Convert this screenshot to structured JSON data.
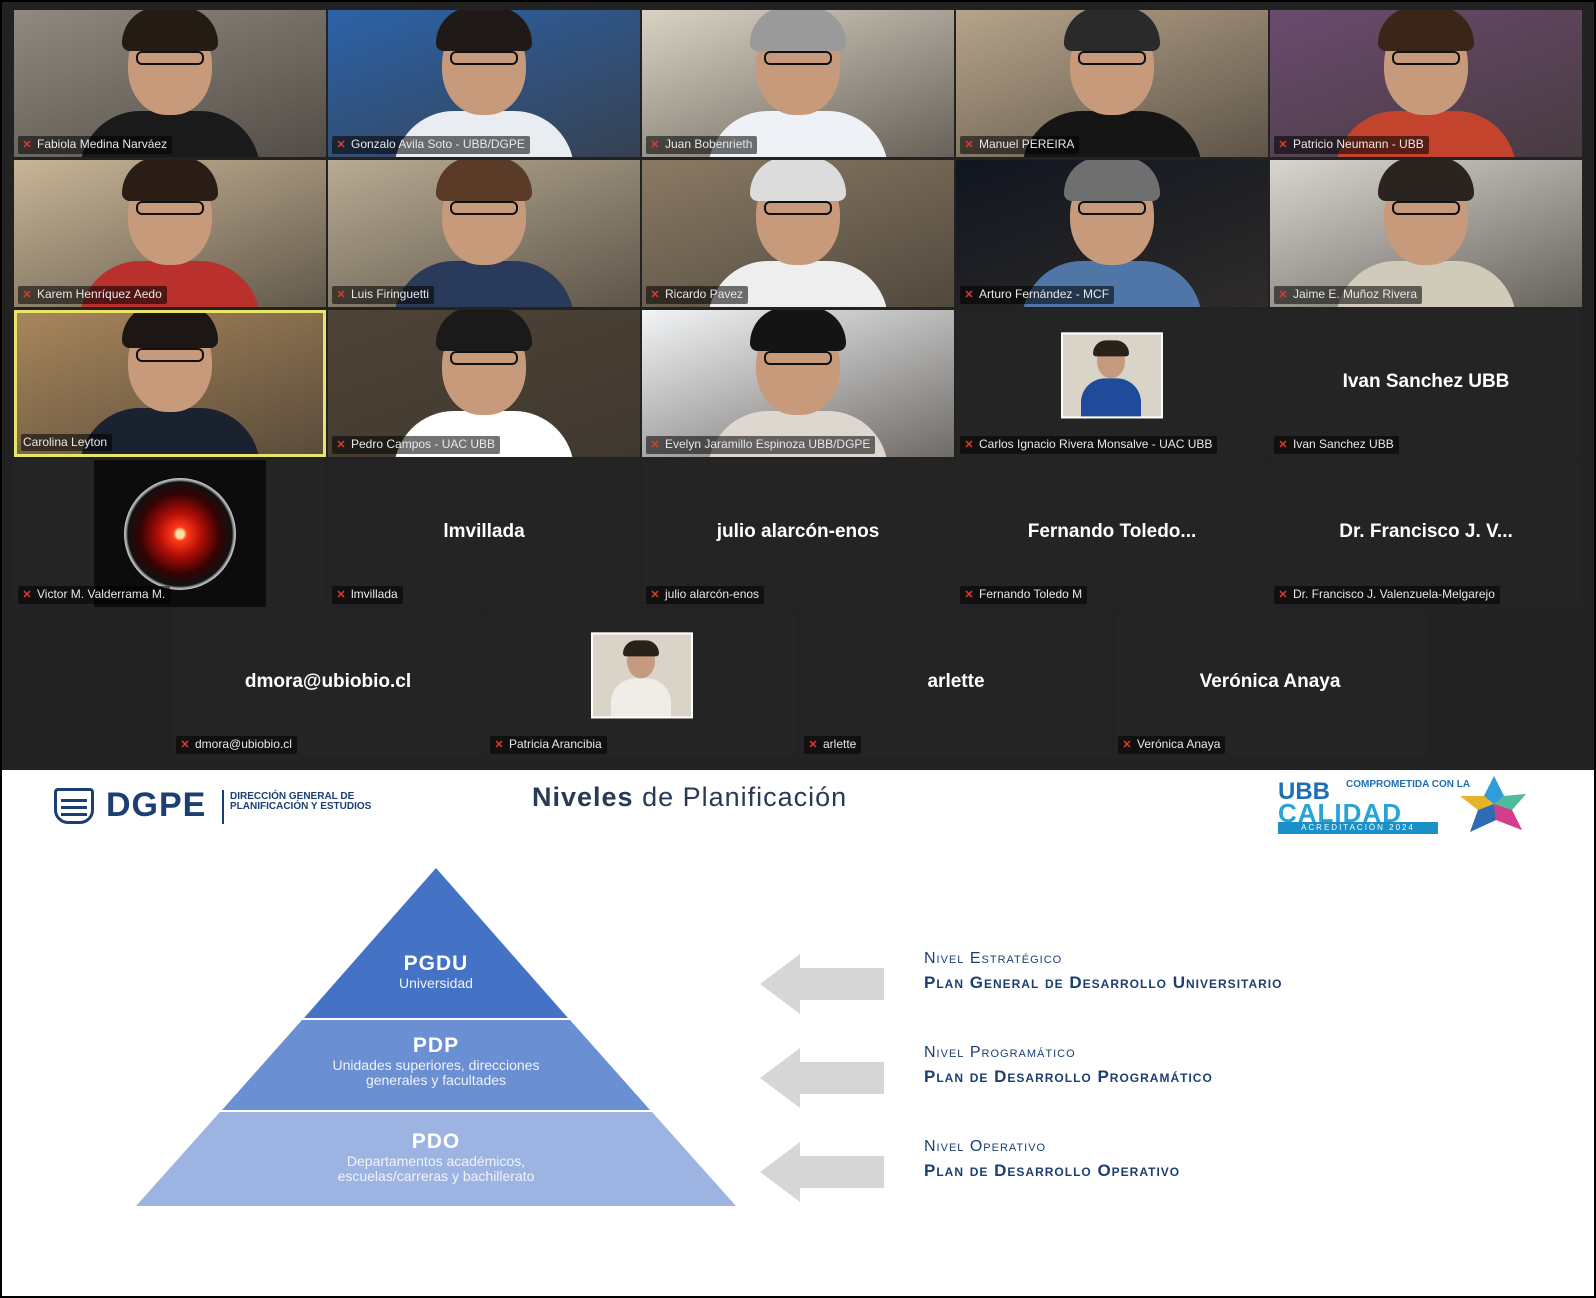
{
  "grid": {
    "tiles": [
      {
        "label": "Fabiola Medina Narváez",
        "big": "",
        "bg": "#8f8a80",
        "shirt": "#1a1a1a",
        "hair": "#241b15"
      },
      {
        "label": "Gonzalo Avila Soto - UBB/DGPE",
        "big": "",
        "bg": "#2c62a8",
        "shirt": "#e9edf2",
        "hair": "#1f1a17"
      },
      {
        "label": "Juan Bobenrieth",
        "big": "",
        "bg": "#d9d2c4",
        "shirt": "#eef1f5",
        "hair": "#9a9a9a"
      },
      {
        "label": "Manuel PEREIRA",
        "big": "",
        "bg": "#b6a48a",
        "shirt": "#151515",
        "hair": "#2a2a2a"
      },
      {
        "label": "Patricio Neumann - UBB",
        "big": "",
        "bg": "#6a4b6e",
        "shirt": "#c4432d",
        "hair": "#3a2618"
      },
      {
        "label": "Karem Henríquez Aedo",
        "big": "",
        "bg": "#c8b596",
        "shirt": "#b9302c",
        "hair": "#2a1d16"
      },
      {
        "label": "Luis Firinguetti",
        "big": "",
        "bg": "#b8ab93",
        "shirt": "#2a3a5a",
        "hair": "#5a3b28"
      },
      {
        "label": "Ricardo Pavez",
        "big": "",
        "bg": "#8a7a64",
        "shirt": "#eeeeee",
        "hair": "#dcdcdc"
      },
      {
        "label": "Arturo Fernández - MCF",
        "big": "",
        "bg": "#10151f",
        "shirt": "#4f76a6",
        "hair": "#6f6f6f"
      },
      {
        "label": "Jaime E. Muñoz Rivera",
        "big": "",
        "bg": "#d9d6d0",
        "shirt": "#cfcab9",
        "hair": "#2a2320"
      },
      {
        "label": "Carolina Leyton",
        "big": "",
        "bg": "#a8865b",
        "shirt": "#1a2230",
        "hair": "#1c1714",
        "active": true
      },
      {
        "label": "Pedro Campos - UAC UBB",
        "big": "",
        "bg": "#4e4336",
        "shirt": "#ffffff",
        "hair": "#1a1a1a"
      },
      {
        "label": "Evelyn Jaramillo Espinoza UBB/DGPE",
        "big": "",
        "bg": "#f2f4f6",
        "shirt": "#ded7d0",
        "hair": "#141414"
      },
      {
        "label": "Carlos Ignacio Rivera Monsalve - UAC UBB",
        "big": "",
        "bg": "#242424",
        "thumb": "carlos"
      },
      {
        "label": "Ivan Sanchez UBB",
        "big": "Ivan Sanchez UBB",
        "bg": "#242424"
      },
      {
        "label": "Victor M. Valderrama M.",
        "big": "",
        "bg": "#242424",
        "hal": true
      },
      {
        "label": "lmvillada",
        "big": "lmvillada",
        "bg": "#242424"
      },
      {
        "label": "julio alarcón-enos",
        "big": "julio alarcón-enos",
        "bg": "#242424"
      },
      {
        "label": "Fernando Toledo M",
        "big": "Fernando  Toledo...",
        "bg": "#242424"
      },
      {
        "label": "Dr. Francisco J. Valenzuela-Melgarejo",
        "big": "Dr. Francisco J. V...",
        "bg": "#242424"
      },
      {
        "label": "dmora@ubiobio.cl",
        "big": "dmora@ubiobio.cl",
        "bg": "#242424"
      },
      {
        "label": "Patricia Arancibia",
        "big": "",
        "bg": "#242424",
        "thumb": "patricia"
      },
      {
        "label": "arlette",
        "big": "arlette",
        "bg": "#242424"
      },
      {
        "label": "Verónica Anaya",
        "big": "Verónica Anaya",
        "bg": "#242424"
      }
    ]
  },
  "slide": {
    "logo_left": {
      "acronym": "DGPE",
      "subtitle": "Dirección General de Planificación y Estudios"
    },
    "title_bold": "Niveles",
    "title_rest": " de Planificación",
    "logo_right": {
      "ubb": "UBB",
      "comprometida": "Comprometida con la",
      "calidad": "CALIDAD",
      "acreditacion": "ACREDITACIÓN 2024"
    },
    "pyramid": [
      {
        "title": "PGDU",
        "desc": "Universidad",
        "color": "#4472c4"
      },
      {
        "title": "PDP",
        "desc": "Unidades superiores, direcciones generales y facultades",
        "color": "#6a8fd3"
      },
      {
        "title": "PDO",
        "desc": "Departamentos académicos, escuelas/carreras y bachillerato",
        "color": "#9db4e3"
      }
    ],
    "levels": [
      {
        "name": "Nivel Estratégico",
        "plan": "Plan General de Desarrollo Universitario"
      },
      {
        "name": "Nivel Programático",
        "plan": "Plan de Desarrollo Programático"
      },
      {
        "name": "Nivel Operativo",
        "plan": "Plan de Desarrollo Operativo"
      }
    ],
    "colors": {
      "brand": "#1b3f73",
      "arrow": "#d6d6d6"
    }
  },
  "icons": {
    "muted_mic": "muted-microphone-icon"
  }
}
